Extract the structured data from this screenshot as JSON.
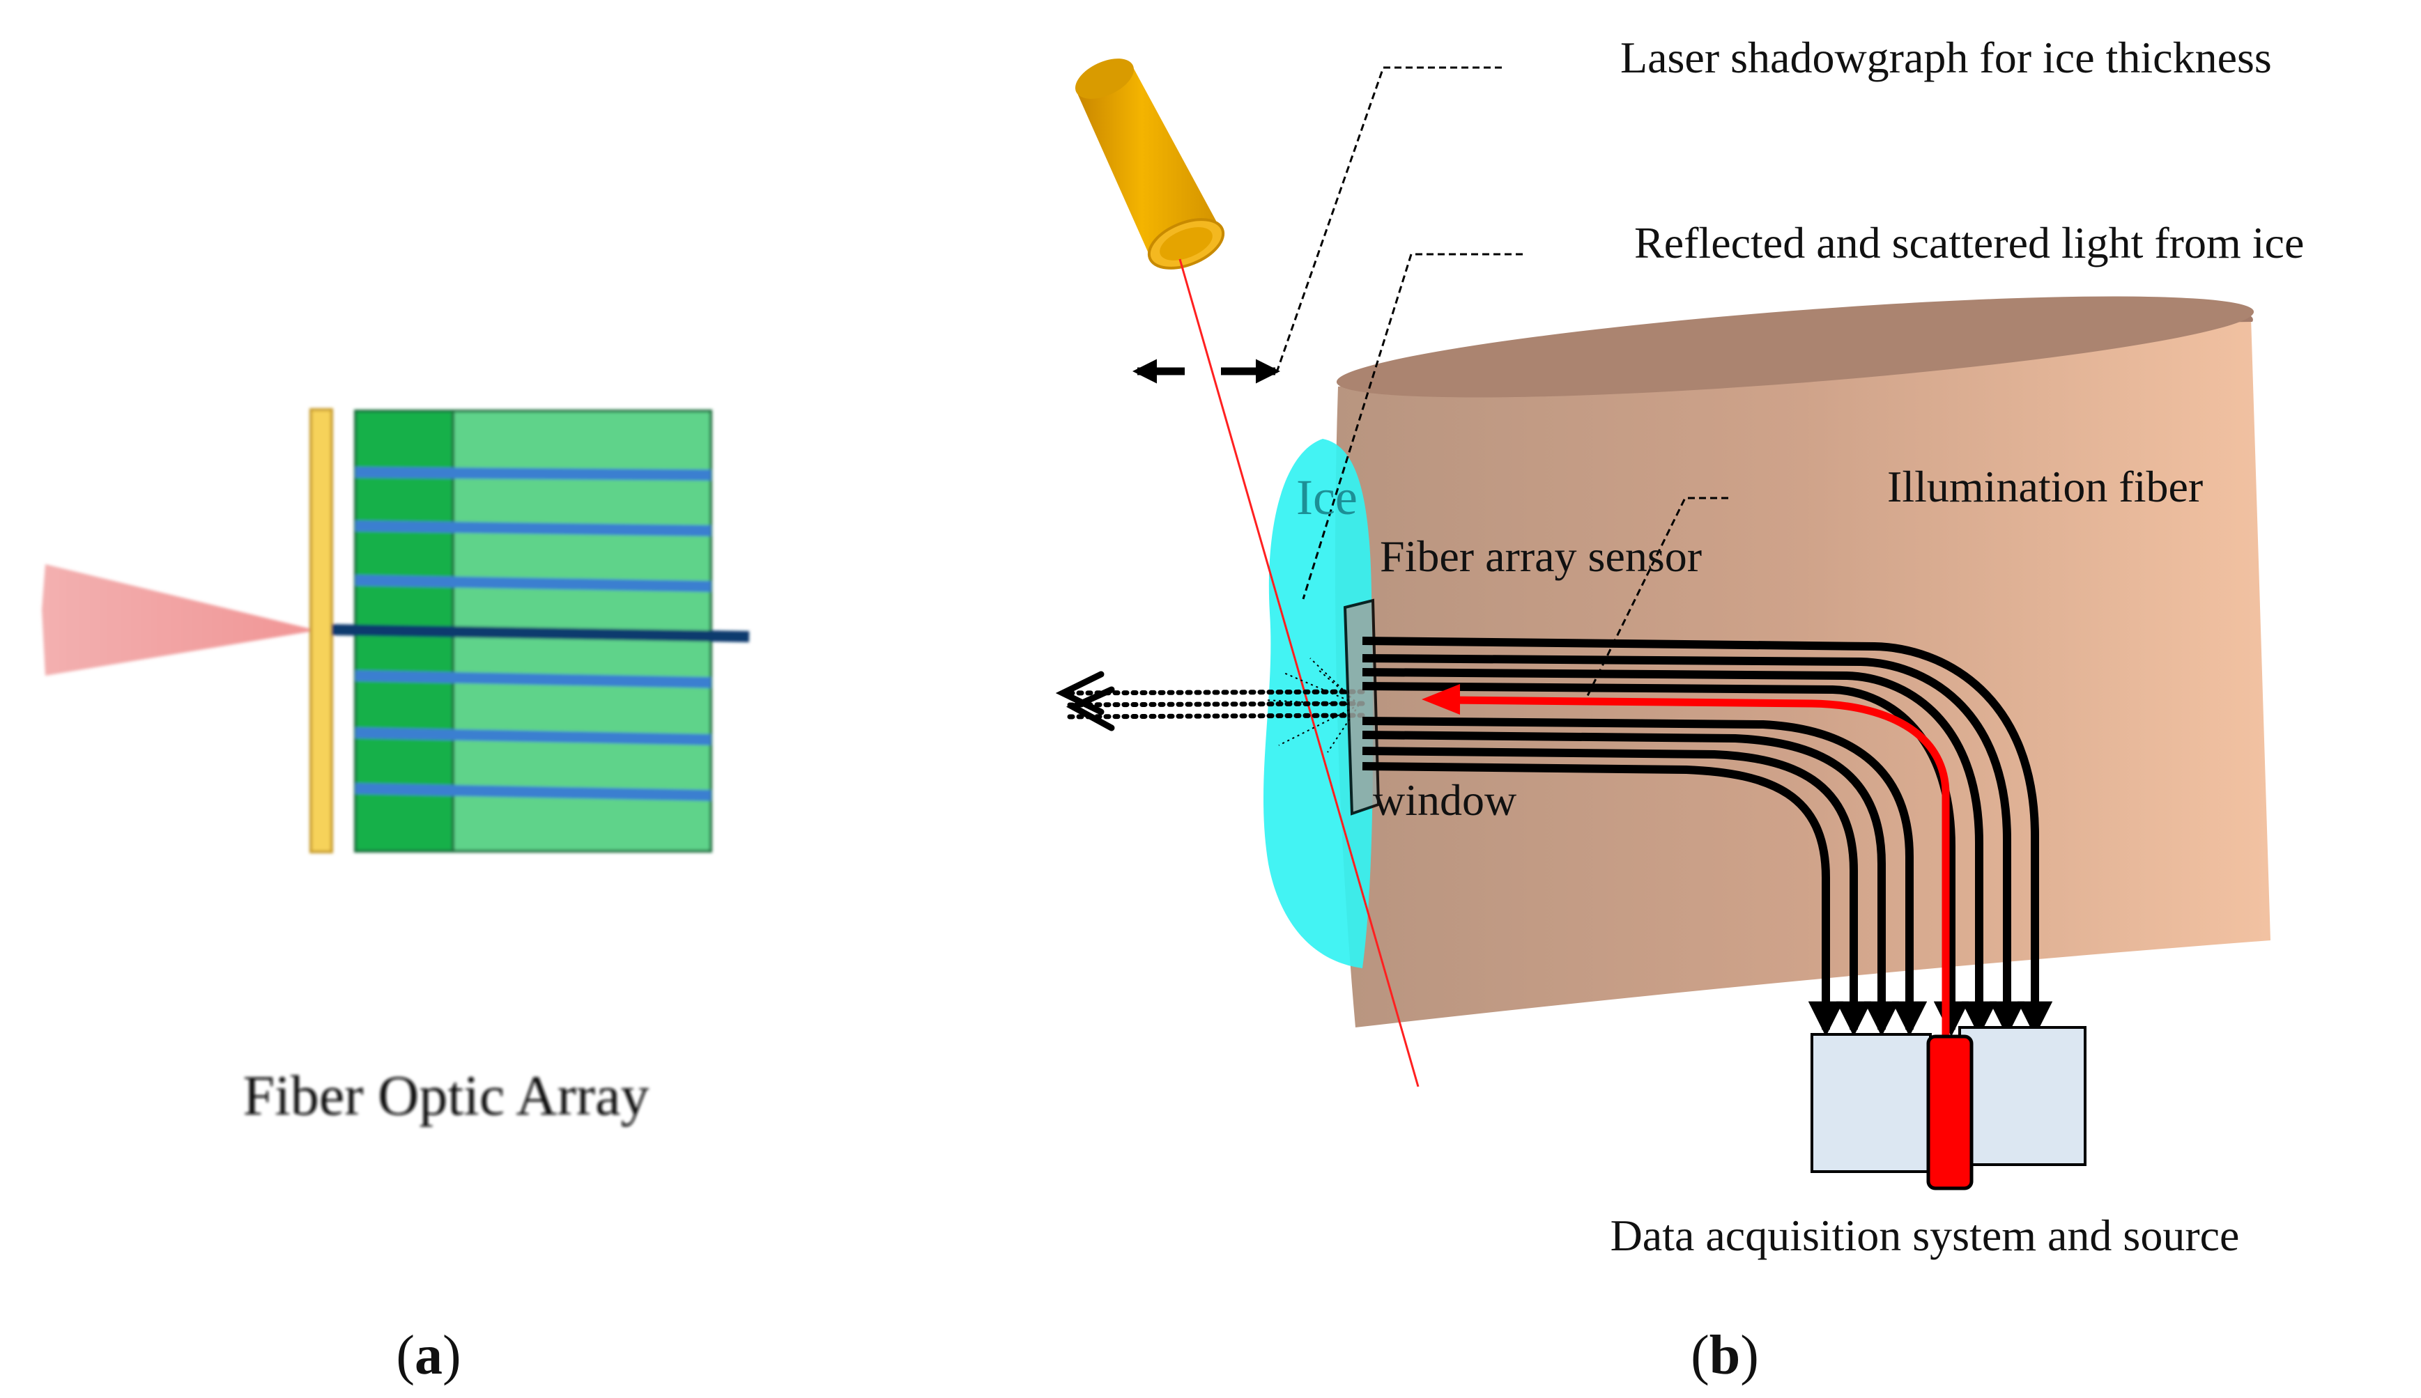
{
  "panel_a": {
    "caption": "Fiber Optic Array",
    "sublabel_open": "(",
    "sublabel_letter": "a",
    "sublabel_close": ")"
  },
  "panel_b": {
    "labels": {
      "laser": "Laser shadowgraph for ice thickness",
      "reflected": "Reflected and scattered light from ice",
      "ice": "Ice",
      "illumination": "Illumination fiber",
      "sensor": "Fiber array sensor",
      "window": "window",
      "daq": "Data acquisition system and source"
    },
    "sublabel_open": "(",
    "sublabel_letter": "b",
    "sublabel_close": ")"
  },
  "colors": {
    "fiber_bundle": "#000000",
    "illumination_fiber": "#ff0000",
    "ice": "#33f2f2",
    "airfoil": "#d9a98c",
    "laser_body": "#e0a000",
    "fiber_core": "#3a7fd0",
    "array_dark_green": "#12b04a",
    "array_light_green": "#5ed38a",
    "window_plate": "#f6d25a",
    "light_cone": "#f2a0a0",
    "daq_box": "#dce7f2"
  }
}
